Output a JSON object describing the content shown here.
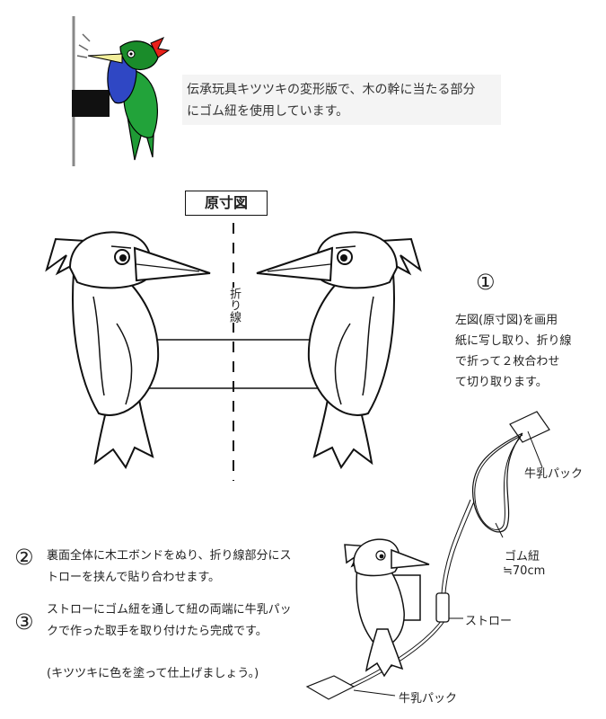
{
  "intro": {
    "line1": "伝承玩具キツツキの変形版で、木の幹に当たる部分",
    "line2": "にゴム紐を使用しています。"
  },
  "template_title": "原寸図",
  "fold_line_label": "折り線",
  "step1": {
    "number": "①",
    "lines": [
      "左図(原寸図)を画用",
      "紙に写し取り、折り線",
      "で折って２枚合わせ",
      "て切り取ります。"
    ]
  },
  "step2": {
    "number": "②",
    "lines": [
      "裏面全体に木工ボンドをぬり、折り線部分にス",
      "トローを挟んで貼り合わせます。"
    ]
  },
  "step3": {
    "number": "③",
    "lines": [
      "ストローにゴム紐を通して紐の両端に牛乳パッ",
      "クで作った取手を取り付けたら完成です。"
    ]
  },
  "note": "(キツツキに色を塗って仕上げましょう。)",
  "labels": {
    "milk_pack_top": "牛乳パック",
    "rubber_cord": "ゴム紐",
    "length": "≒70cm",
    "straw": "ストロー",
    "milk_pack_bottom": "牛乳パック"
  },
  "colors": {
    "bird_head": "#1a8c2a",
    "bird_face": "#2f47c4",
    "bird_beak": "#f2ee9a",
    "bird_crest": "#e8201a",
    "bird_body": "#22a33a"
  }
}
